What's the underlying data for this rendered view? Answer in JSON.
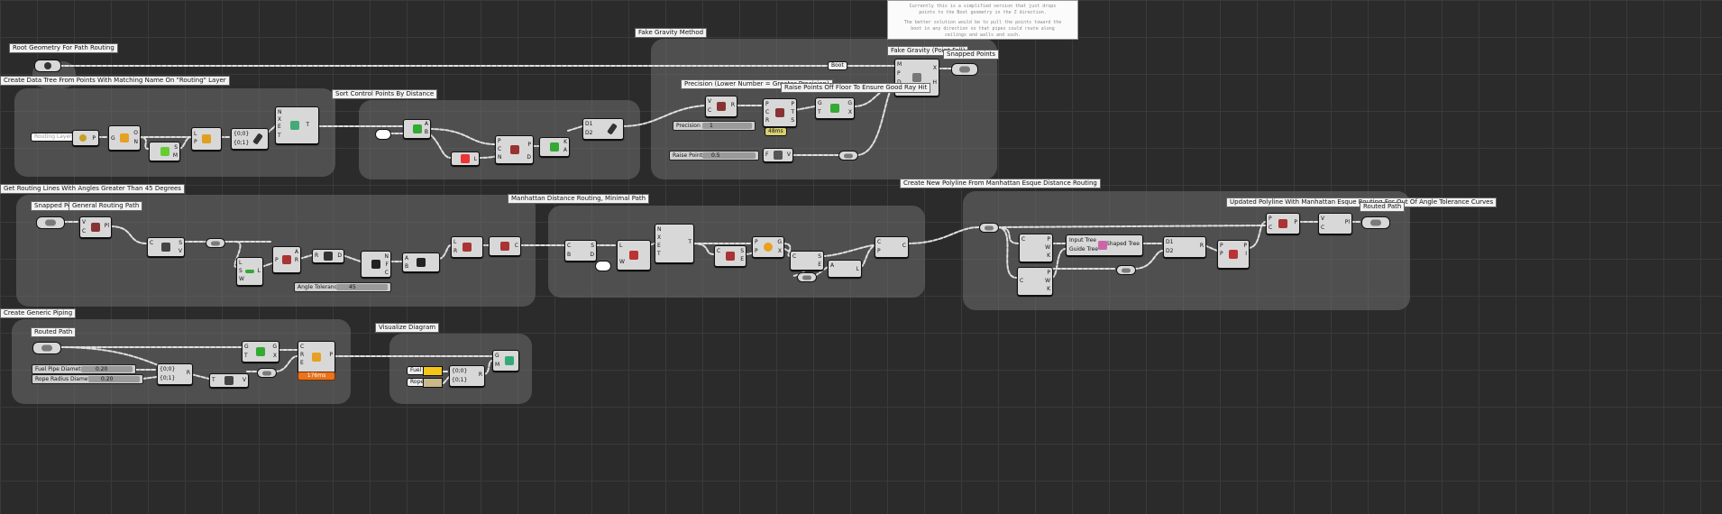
{
  "note_panel": {
    "lines": [
      "Currently this is a simplified version that just drops",
      "points to the Boot geometry in the Z direction.",
      "",
      "The better solution would be to pull the points toward the",
      "boot in any direction so that pipes could route along",
      "ceilings and walls and such."
    ]
  },
  "groups": {
    "root_geometry": "Root Geometry For Path Routing",
    "data_tree": "Create Data Tree From Points With Matching Name On \"Routing\" Layer",
    "sort_control": "Sort Control Points By Distance",
    "fake_gravity": "Fake Gravity Method",
    "routing_angles": "Get Routing Lines With Angles Greater Than 45 Degrees",
    "manhattan": "Manhattan Distance Routing, Minimal Path",
    "new_polyline": "Create New Polyline From Manhattan Esque Distance Routing",
    "generic_piping": "Create Generic Piping",
    "visualize": "Visualize Diagram"
  },
  "labels": {
    "fake_gravity_component": "Fake Gravity (Point Fall)",
    "snapped_points_top": "Snapped Points",
    "precision_group": "Precision (Lower Number = Greater Precision)",
    "raise_points_group": "Raise Points Off Floor To Ensure Good Ray Hit",
    "snapped_points_left": "Snapped Points",
    "general_routing_path": "General Routing Path",
    "updated_polyline": "Updated Polyline With Manhattan Esque Routing For Out Of Angle Tolerance Curves",
    "routed_path_right": "Routed Path",
    "routed_path_left": "Routed Path",
    "boot_param": "Boot",
    "layer_param": "Routing Layer",
    "precision_value": "48ms",
    "pipe_time": "176ms",
    "input_tree": "Input Tree",
    "guide_tree": "Guide Tree",
    "shaped_tree": "Shaped Tree",
    "pt_00": "{0;0}",
    "pt_01": "{0;1}"
  },
  "sliders": {
    "precision": {
      "label": "Precision",
      "value": "1"
    },
    "raise_points": {
      "label": "Raise Points",
      "value": "0.5"
    },
    "angle_tolerance": {
      "label": "Angle Tolerance",
      "value": "45"
    },
    "fuel_pipe": {
      "label": "Fuel Pipe Diameter",
      "value": "0.20"
    },
    "rope_radius": {
      "label": "Rope Radius Diameter",
      "value": "0.20"
    }
  },
  "swatches": {
    "fuel": {
      "label": "Fuel",
      "color": "#f5c518"
    },
    "rope": {
      "label": "Rope",
      "color": "#c8b88a"
    }
  },
  "colors": {
    "canvas": "#2b2b2b",
    "group_fill": "#6e6e6e",
    "node": "#d8d8d8",
    "wire": "#e0e0e0",
    "warning_orange": "#e8741c",
    "precision_time_bg": "#d8d070"
  }
}
